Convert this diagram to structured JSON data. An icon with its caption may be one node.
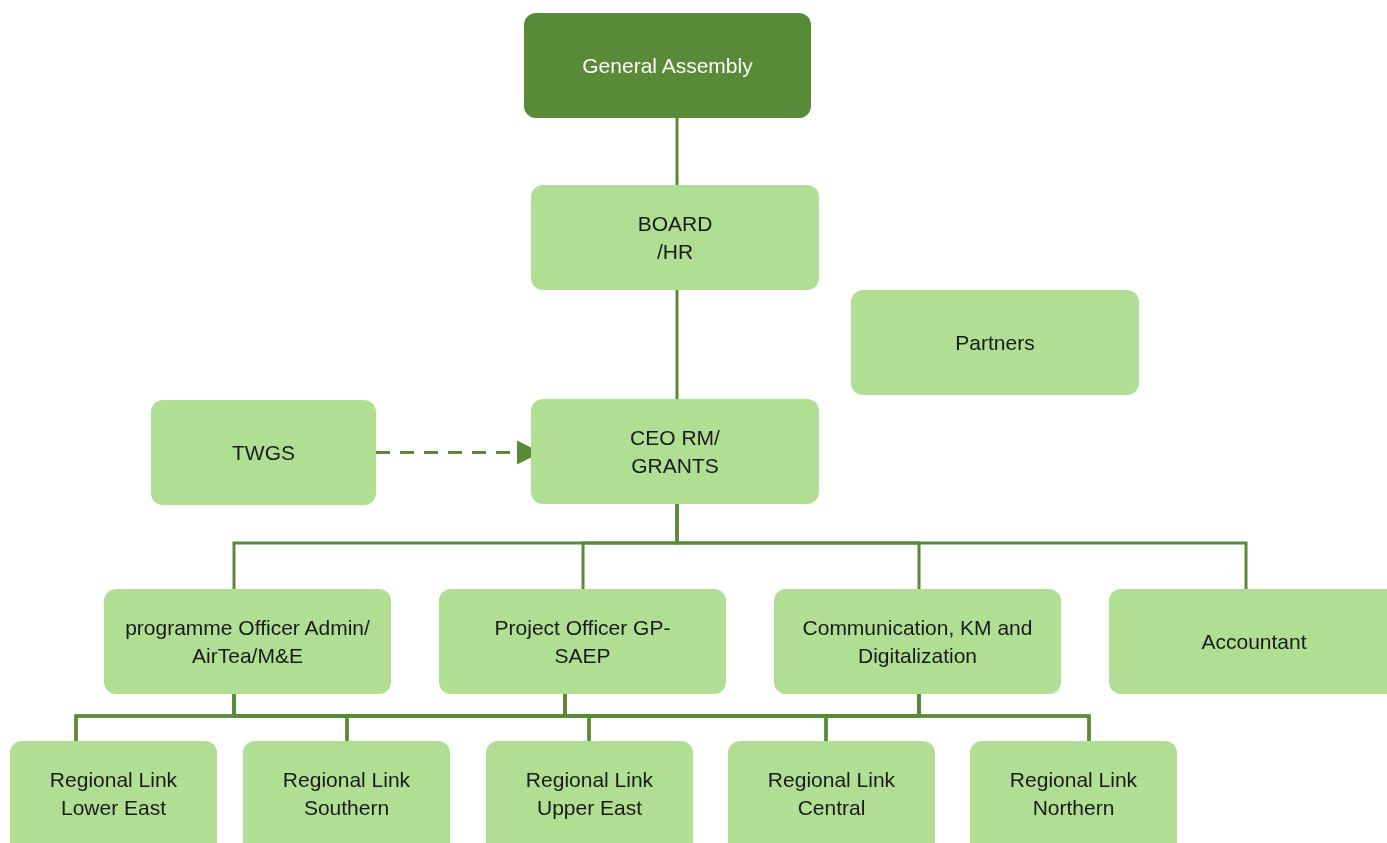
{
  "diagram": {
    "nodes": [
      {
        "text": [
          "General Assembly"
        ]
      },
      {
        "text": [
          "BOARD /HR"
        ]
      },
      {
        "text": [
          "Partners"
        ]
      },
      {
        "text": [
          "TWGS"
        ]
      },
      {
        "text": [
          "CEO RM/ GRANTS"
        ]
      },
      {
        "text": [
          "programme Officer Admin/ AirTea/M&E"
        ]
      },
      {
        "text": [
          "Project Officer GP-SAEP"
        ]
      },
      {
        "text": [
          "Communication, KM and Digitalization"
        ]
      },
      {
        "text": [
          "Accountant"
        ]
      },
      {
        "text": [
          "Regional Link Lower East"
        ]
      },
      {
        "text": [
          "Regional Link Southern"
        ]
      },
      {
        "text": [
          "Regional Link Upper East"
        ]
      },
      {
        "text": [
          "Regional Link Central"
        ]
      },
      {
        "text": [
          "Regional Link Northern"
        ]
      }
    ],
    "edges": [
      {
        "from": 0,
        "to": 1,
        "arrow": "none"
      },
      {
        "from": 1,
        "to": 4,
        "arrow": "none"
      },
      {
        "from": 3,
        "to": 4,
        "arrow": "to",
        "style": "dashed"
      },
      {
        "from": 4,
        "to": 5,
        "arrow": "none"
      },
      {
        "from": 4,
        "to": 6,
        "arrow": "none"
      },
      {
        "from": 4,
        "to": 7,
        "arrow": "none"
      },
      {
        "from": 4,
        "to": 8,
        "arrow": "none"
      },
      {
        "from": 5,
        "to": 9,
        "arrow": "none"
      },
      {
        "from": 5,
        "to": 10,
        "arrow": "none"
      },
      {
        "from": 5,
        "to": 11,
        "arrow": "none"
      },
      {
        "from": 5,
        "to": 12,
        "arrow": "none"
      },
      {
        "from": 5,
        "to": 13,
        "arrow": "none"
      },
      {
        "from": 6,
        "to": 9,
        "arrow": "none"
      },
      {
        "from": 6,
        "to": 10,
        "arrow": "none"
      },
      {
        "from": 6,
        "to": 11,
        "arrow": "none"
      },
      {
        "from": 6,
        "to": 12,
        "arrow": "none"
      },
      {
        "from": 6,
        "to": 13,
        "arrow": "none"
      },
      {
        "from": 7,
        "to": 9,
        "arrow": "none"
      },
      {
        "from": 7,
        "to": 10,
        "arrow": "none"
      },
      {
        "from": 7,
        "to": 11,
        "arrow": "none"
      },
      {
        "from": 7,
        "to": 12,
        "arrow": "none"
      },
      {
        "from": 7,
        "to": 13,
        "arrow": "none"
      }
    ]
  }
}
